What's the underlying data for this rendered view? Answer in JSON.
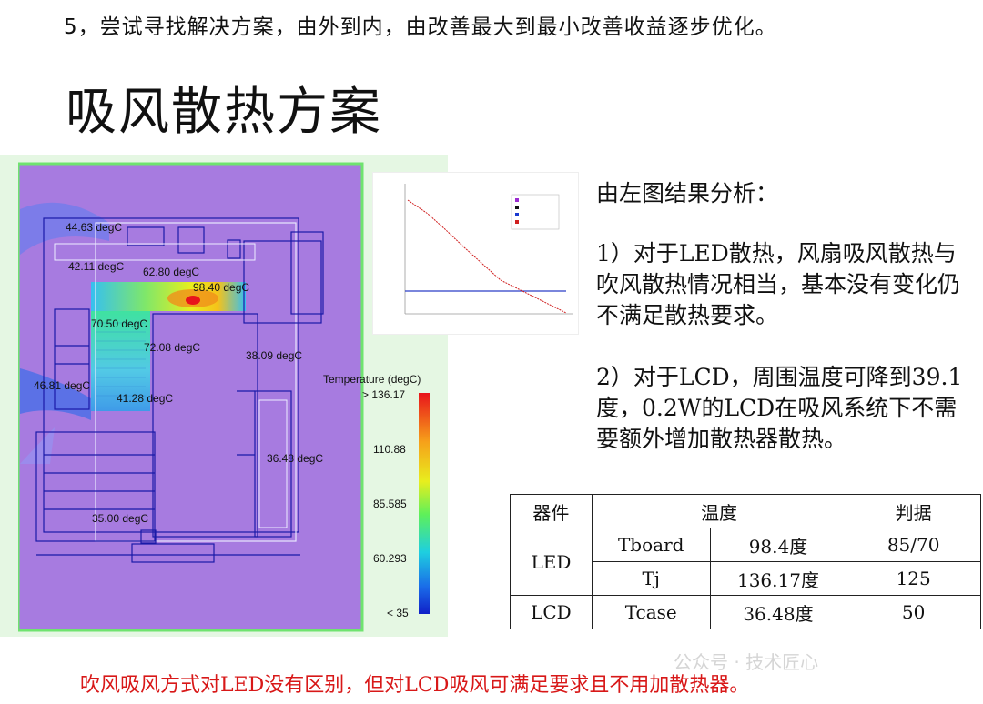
{
  "step_text": "5，尝试寻找解决方案，由外到内，由改善最大到最小改善收益逐步优化。",
  "title": "吸风散热方案",
  "simulation": {
    "labels": [
      "44.63 degC",
      "42.11 degC",
      "62.80 degC",
      "98.40 degC",
      "70.50 degC",
      "72.08 degC",
      "38.09 degC",
      "46.81 degC",
      "41.28 degC",
      "36.48 degC",
      "35.00 degC"
    ],
    "legend_title": "Temperature (degC)",
    "legend_ticks": [
      "> 136.17",
      "110.88",
      "85.585",
      "60.293",
      "< 35"
    ]
  },
  "analysis": {
    "heading": "由左图结果分析：",
    "p1": "1）对于LED散热，风扇吸风散热与吹风散热情况相当，基本没有变化仍不满足散热要求。",
    "p2": "2）对于LCD，周围温度可降到39.1度，0.2W的LCD在吸风系统下不需要额外增加散热器散热。"
  },
  "table": {
    "headers": [
      "器件",
      "温度",
      "判据"
    ],
    "rows": [
      [
        "LED",
        "Tboard",
        "98.4度",
        "85/70"
      ],
      [
        "",
        "Tj",
        "136.17度",
        "125"
      ],
      [
        "LCD",
        "Tcase",
        "36.48度",
        "50"
      ]
    ]
  },
  "conclusion": "吹风吸风方式对LED没有区别，但对LCD吸风可满足要求且不用加散热器。",
  "watermark": "公众号 · 技术匠心",
  "colors": {
    "conclusion": "#d81818",
    "sim_background": "#a77be0",
    "enclosure_lines": "#1a1aa8"
  }
}
